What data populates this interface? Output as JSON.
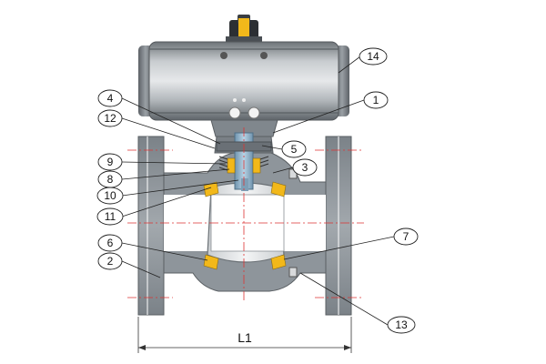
{
  "dimension": {
    "label": "L1"
  },
  "callouts": [
    {
      "id": "c14",
      "label": "14"
    },
    {
      "id": "c1",
      "label": "1"
    },
    {
      "id": "c4",
      "label": "4"
    },
    {
      "id": "c12",
      "label": "12"
    },
    {
      "id": "c5",
      "label": "5"
    },
    {
      "id": "c9",
      "label": "9"
    },
    {
      "id": "c3",
      "label": "3"
    },
    {
      "id": "c8",
      "label": "8"
    },
    {
      "id": "c10",
      "label": "10"
    },
    {
      "id": "c11",
      "label": "11"
    },
    {
      "id": "c6",
      "label": "6"
    },
    {
      "id": "c7",
      "label": "7"
    },
    {
      "id": "c2",
      "label": "2"
    },
    {
      "id": "c13",
      "label": "13"
    }
  ],
  "colors": {
    "body_metal": "#8e959b",
    "actuator": "#b9bec2",
    "seal_yellow": "#f2b81a",
    "stem_blue": "#8fb4cf",
    "centerline_red": "#d33"
  }
}
